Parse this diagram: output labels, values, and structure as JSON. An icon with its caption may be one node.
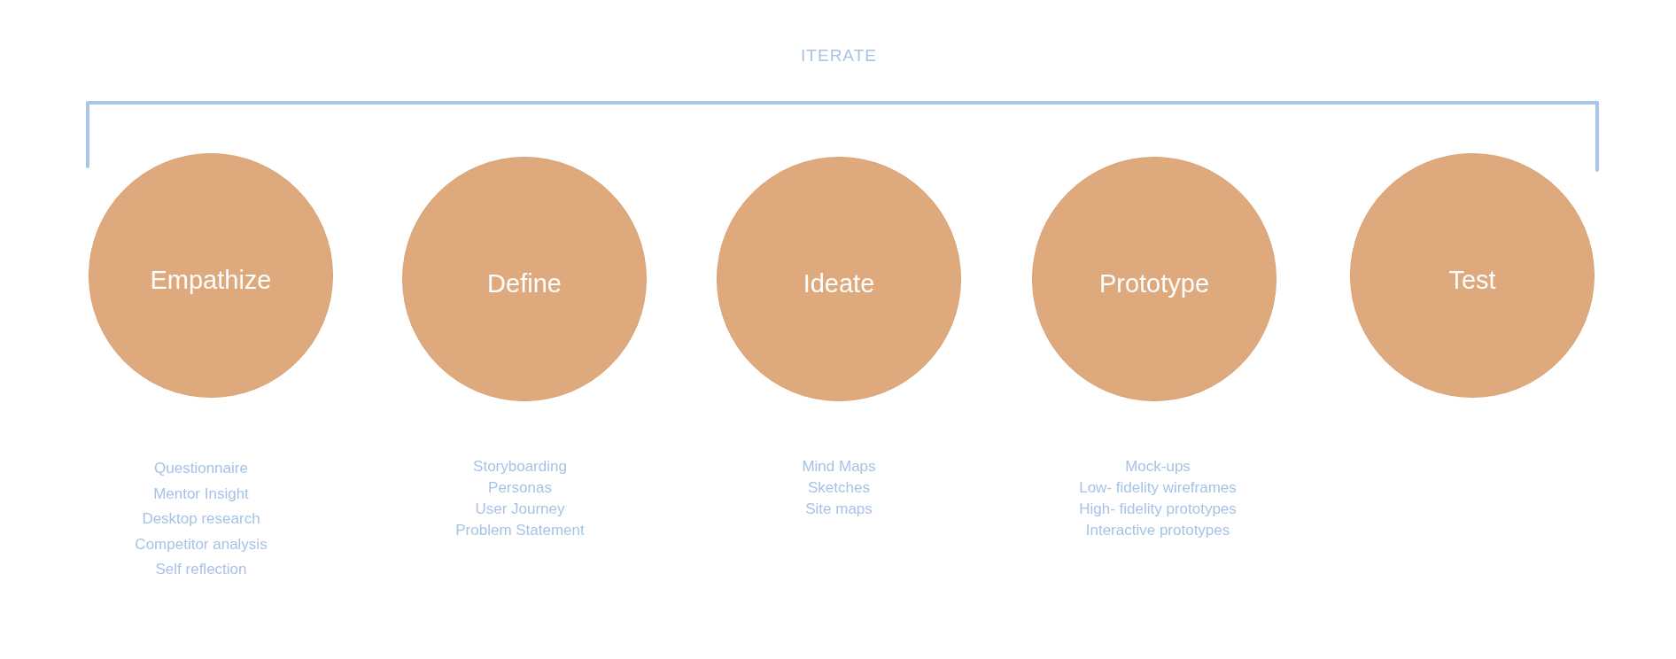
{
  "diagram": {
    "nodes": [
      {
        "text": [
          "Empathize"
        ],
        "beside": [
          "Questionnaire",
          "Mentor Insight",
          "Desktop research",
          "Competitor analysis",
          "Self reflection"
        ]
      },
      {
        "text": [
          "Define"
        ],
        "beside": [
          "Storyboarding",
          "Personas",
          "User Journey",
          "Problem Statement"
        ]
      },
      {
        "text": [
          "Ideate"
        ],
        "beside": [
          "Mind Maps",
          "Sketches",
          "Site maps"
        ]
      },
      {
        "text": [
          "Prototype"
        ],
        "beside": [
          "Mock-ups",
          "Low- fidelity wireframes",
          "High- fidelity prototypes",
          "Interactive prototypes"
        ]
      },
      {
        "text": [
          "Test"
        ]
      }
    ],
    "labels": [
      "ITERATE"
    ]
  }
}
